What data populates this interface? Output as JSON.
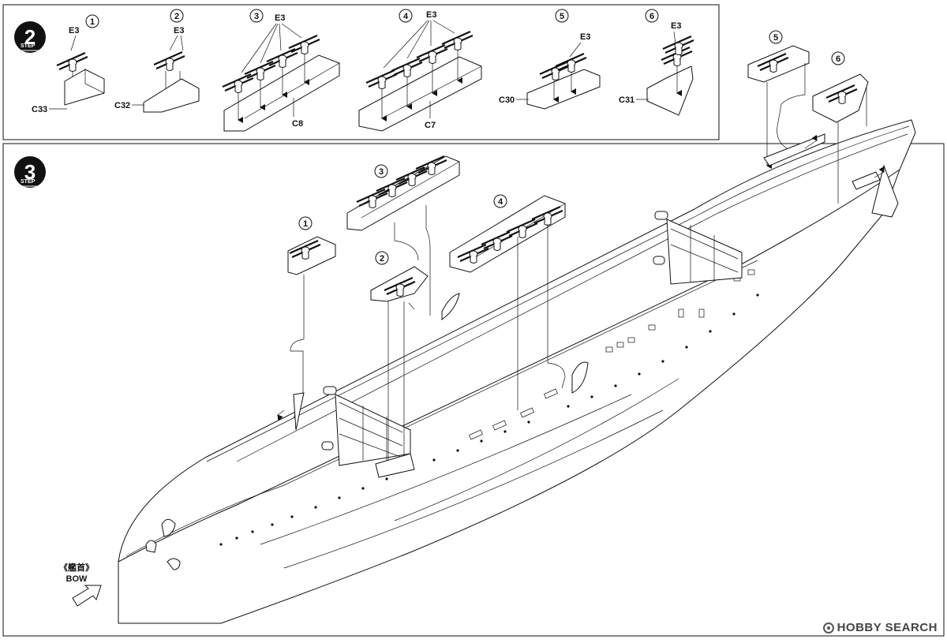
{
  "step2": {
    "step_word": "STEP",
    "step_number": "2",
    "subassemblies": [
      {
        "number": "1",
        "gun_part": "E3",
        "tub_part": "C33"
      },
      {
        "number": "2",
        "gun_part": "E3",
        "tub_part": "C32"
      },
      {
        "number": "3",
        "gun_part": "E3",
        "tub_part": "C8"
      },
      {
        "number": "4",
        "gun_part": "E3",
        "tub_part": "C7"
      },
      {
        "number": "5",
        "gun_part": "E3",
        "tub_part": "C30"
      },
      {
        "number": "6",
        "gun_part": "E3",
        "tub_part": "C31"
      }
    ]
  },
  "step3": {
    "step_word": "STEP",
    "step_number": "3",
    "callouts": [
      "1",
      "2",
      "3",
      "4",
      "5",
      "6"
    ],
    "bow_label_jp": "《艦首》",
    "bow_label_en": "BOW"
  },
  "watermark": {
    "text": "HOBBY SEARCH",
    "icon": "hobby-search-logo-icon"
  },
  "colors": {
    "line": "#111111",
    "background": "#ffffff"
  }
}
